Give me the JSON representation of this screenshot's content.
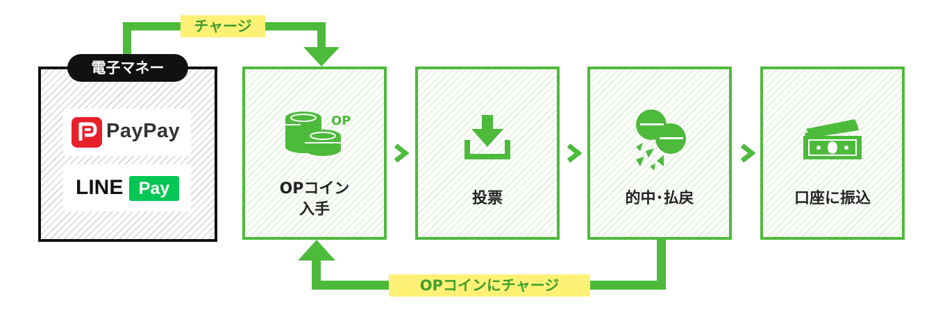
{
  "wallet": {
    "title": "電子マネー",
    "paypay_label": "PayPay",
    "linepay_line": "LINE",
    "linepay_pay": "Pay"
  },
  "charge_label": "チャージ",
  "recharge_label": "OPコインにチャージ",
  "steps": [
    {
      "label_line1": "OPコイン",
      "label_line2": "入手",
      "icon": "coin-stack-icon",
      "badge": "OP"
    },
    {
      "label": "投票",
      "icon": "download-tray-icon"
    },
    {
      "label": "的中･払戻",
      "icon": "coins-burst-icon"
    },
    {
      "label": "口座に振込",
      "icon": "banknote-stack-icon"
    }
  ],
  "colors": {
    "green": "#4dba3c",
    "yellow": "#fff176",
    "black": "#111111",
    "paypay_red": "#e8202a",
    "line_green": "#06c755"
  }
}
